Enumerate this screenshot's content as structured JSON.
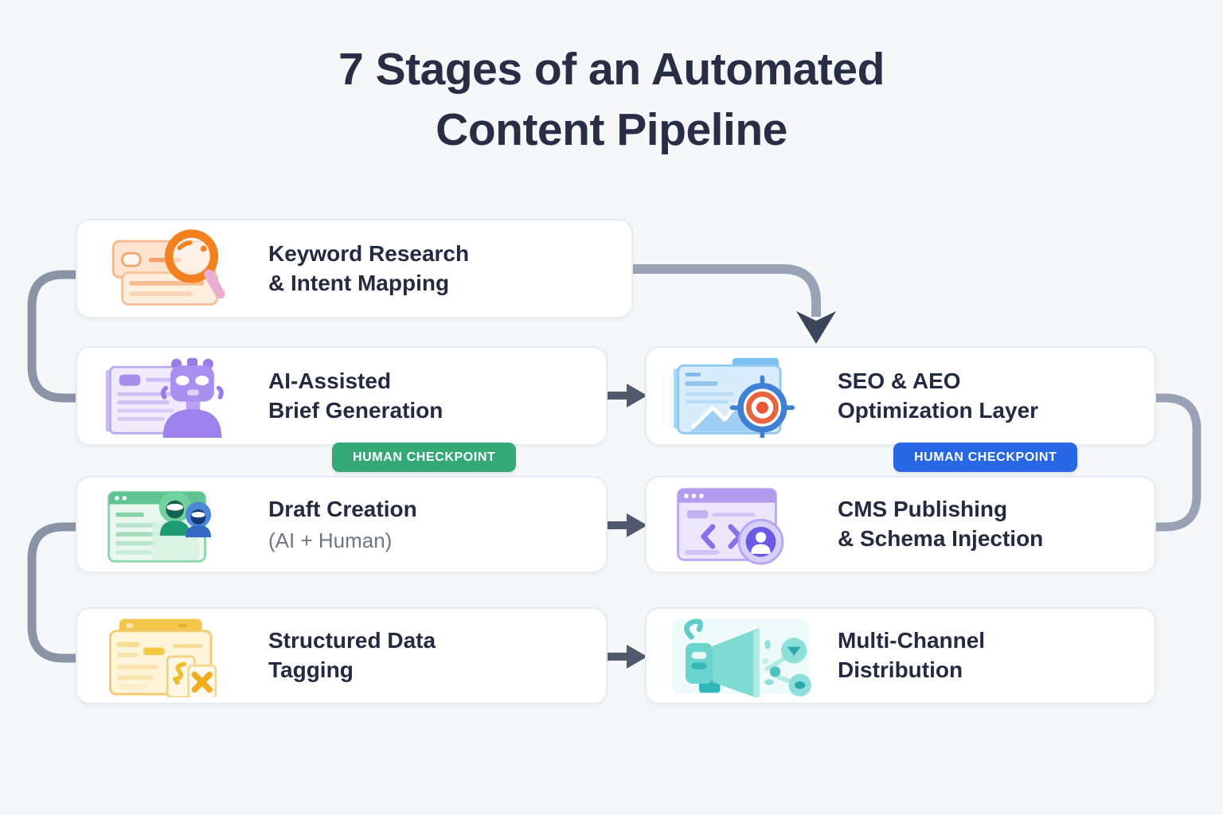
{
  "title": "7 Stages of an Automated Content Pipeline",
  "stages": [
    {
      "title_line1": "Keyword Research",
      "title_line2": "& Intent Mapping",
      "icon": "keyword-research-icon"
    },
    {
      "title_line1": "AI-Assisted",
      "title_line2": "Brief Generation",
      "icon": "ai-brief-icon"
    },
    {
      "title_line1": "Draft Creation",
      "subtitle": "(AI + Human)",
      "icon": "draft-creation-icon"
    },
    {
      "title_line1": "Structured Data",
      "title_line2": "Tagging",
      "icon": "structured-data-icon"
    },
    {
      "title_line1": "SEO & AEO",
      "title_line2": "Optimization Layer",
      "icon": "seo-target-icon"
    },
    {
      "title_line1": "CMS Publishing",
      "title_line2": "& Schema Injection",
      "icon": "cms-publishing-icon"
    },
    {
      "title_line1": "Multi-Channel",
      "title_line2": "Distribution",
      "icon": "distribution-icon"
    }
  ],
  "badges": [
    {
      "label": "HUMAN CHECKPOINT",
      "color": "#34a877"
    },
    {
      "label": "HUMAN CHECKPOINT",
      "color": "#2767e3"
    }
  ],
  "colors": {
    "background": "#f6f7f9",
    "card_border": "#e8ebf0",
    "heading_text": "#272e45",
    "subtitle_text": "#6e7687",
    "connector_gray": "#98a1b4",
    "arrow_dark": "#434c5f",
    "accent_orange": "#f4811f",
    "accent_purple": "#a98ff0",
    "accent_green": "#5fc391",
    "accent_yellow": "#f3c64a",
    "accent_blue": "#3f80d2",
    "accent_violet": "#6a5be6",
    "accent_teal": "#4fc9c4"
  }
}
